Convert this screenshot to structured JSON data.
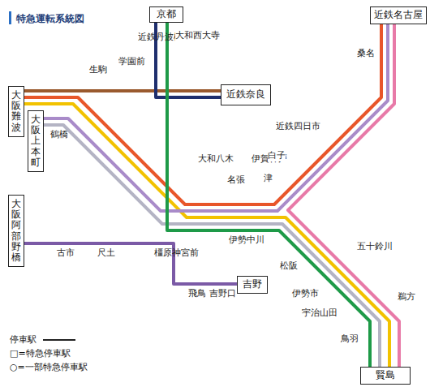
{
  "diagram": {
    "title": "特急運転系統図",
    "nodes": [
      {
        "text": [
          "京都"
        ]
      },
      {
        "text": [
          "近鉄奈良"
        ]
      },
      {
        "text": [
          "近鉄名古屋"
        ]
      },
      {
        "text": [
          "大阪難波"
        ]
      },
      {
        "text": [
          "大阪上本町"
        ]
      },
      {
        "text": [
          "大阪阿部野橋"
        ]
      },
      {
        "text": [
          "吉野"
        ]
      },
      {
        "text": [
          "賢島"
        ]
      }
    ],
    "edges": [
      {
        "from": 3,
        "to": 1,
        "arrow": "none"
      },
      {
        "from": 3,
        "to": 2,
        "arrow": "none"
      },
      {
        "from": 3,
        "to": 7,
        "arrow": "none"
      },
      {
        "from": 4,
        "to": 2,
        "arrow": "none"
      },
      {
        "from": 4,
        "to": 7,
        "arrow": "none"
      },
      {
        "from": 0,
        "to": 1,
        "arrow": "none"
      },
      {
        "from": 0,
        "to": 7,
        "arrow": "none"
      },
      {
        "from": 2,
        "to": 7,
        "arrow": "none"
      },
      {
        "from": 5,
        "to": 6,
        "arrow": "none"
      }
    ],
    "labels": [
      "生駒",
      "学園前",
      "近鉄丹波橋",
      "大和西大寺",
      "鶴橋",
      "古市",
      "尺土",
      "橿原神宮前",
      "飛鳥",
      "吉野口",
      "大和八木",
      "名張",
      "伊賀神戸",
      "津",
      "白子",
      "近鉄四日市",
      "桑名",
      "伊勢中川",
      "松阪",
      "伊勢市",
      "宇治山田",
      "鳥羽",
      "五十鈴川",
      "鵜方"
    ],
    "legend": [
      {
        "text": "停車駅"
      },
      {
        "text": "□=特急停車駅"
      },
      {
        "text": "○=一部特急停車駅"
      }
    ]
  }
}
